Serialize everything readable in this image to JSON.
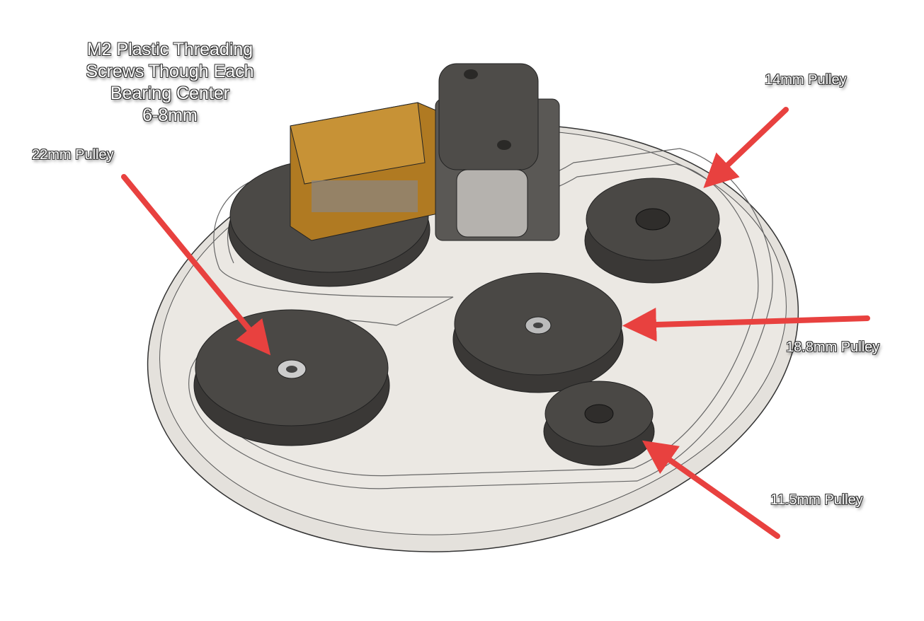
{
  "annotation": {
    "lines": [
      "M2 Plastic Threading",
      "Screws Though Each",
      "Bearing Center",
      "6-8mm"
    ]
  },
  "labels": {
    "pulley_22": "22mm Pulley",
    "pulley_14": "14mm Pulley",
    "pulley_18_8": "18.8mm Pulley",
    "pulley_11_5": "11.5mm Pulley"
  },
  "colors": {
    "arrow": "#e8413f",
    "plate": "#e6e3de",
    "pulley": "#4a4845",
    "pcb": "#c08a2a"
  }
}
